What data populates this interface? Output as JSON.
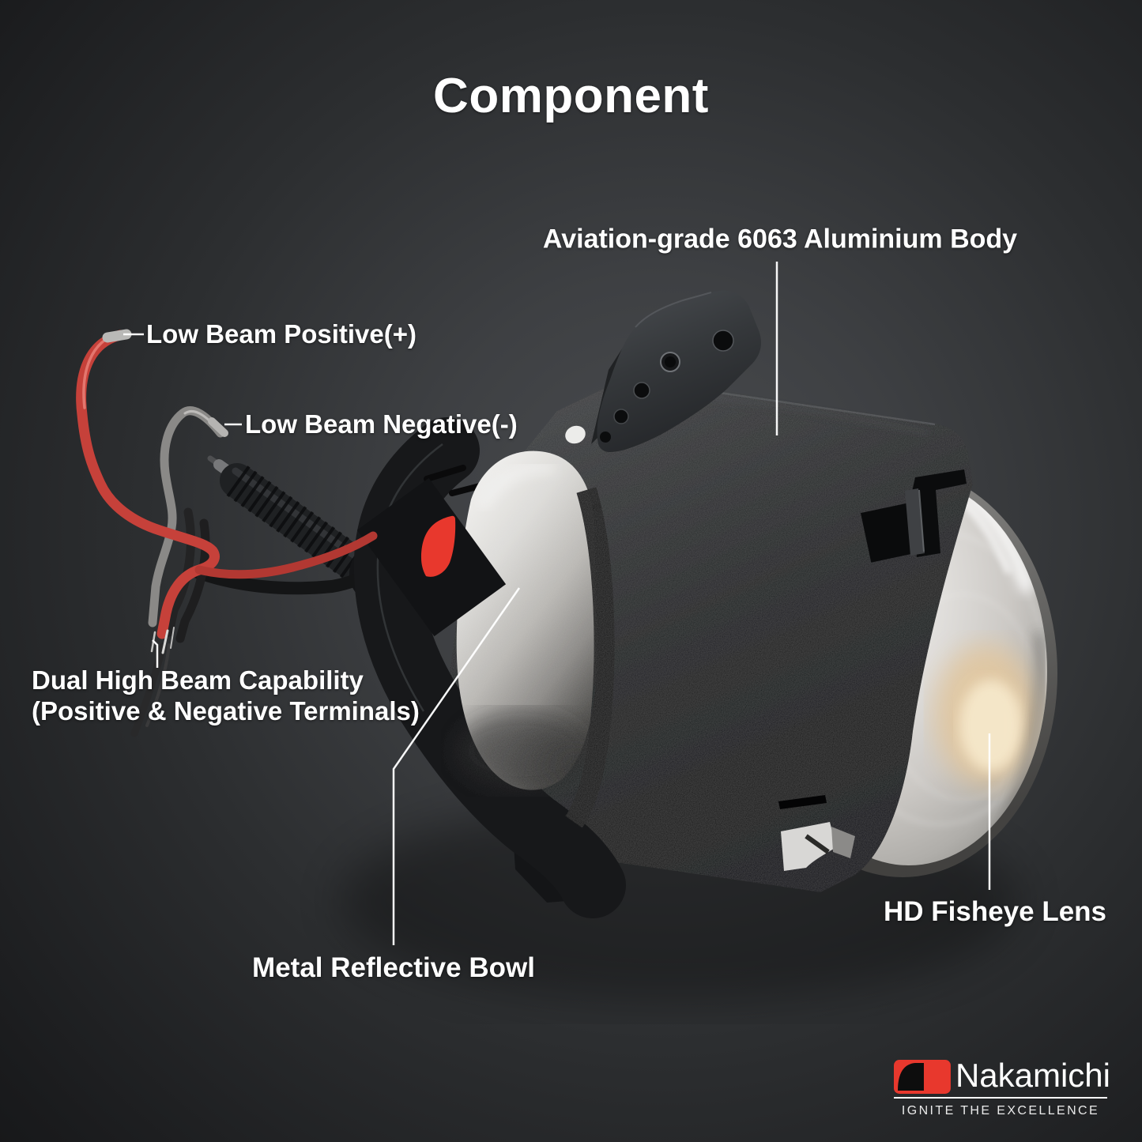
{
  "page": {
    "title": "Component",
    "background_center_color": "#4a4c4f",
    "background_edge_color": "#090909",
    "label_text_color": "#ffffff",
    "leader_line_color": "#ffffff"
  },
  "callouts": {
    "aluminium_body": {
      "text": "Aviation-grade 6063 Aluminium Body"
    },
    "low_beam_positive": {
      "text": "Low Beam Positive(+)"
    },
    "low_beam_negative": {
      "text": "Low Beam Negative(-)"
    },
    "dual_high_beam": {
      "line1": "Dual High Beam Capability",
      "line2": "(Positive & Negative Terminals)"
    },
    "reflective_bowl": {
      "text": "Metal Reflective Bowl"
    },
    "fisheye_lens": {
      "text": "HD Fisheye Lens"
    }
  },
  "product": {
    "name_parts": [
      "aluminium body",
      "mounting bracket",
      "metal reflective bowl",
      "HD fisheye lens",
      "threaded adjuster rod",
      "low beam wires",
      "high beam terminals"
    ],
    "wire_positive_color": "#c6413a",
    "wire_negative_color": "#8a8987",
    "decal_icon": "nakamichi-swoosh-icon"
  },
  "brand": {
    "name": "Nakamichi",
    "tagline": "IGNITE THE EXCELLENCE",
    "accent_red": "#e8382d",
    "logo_icon": "nakamichi-logo-icon"
  }
}
